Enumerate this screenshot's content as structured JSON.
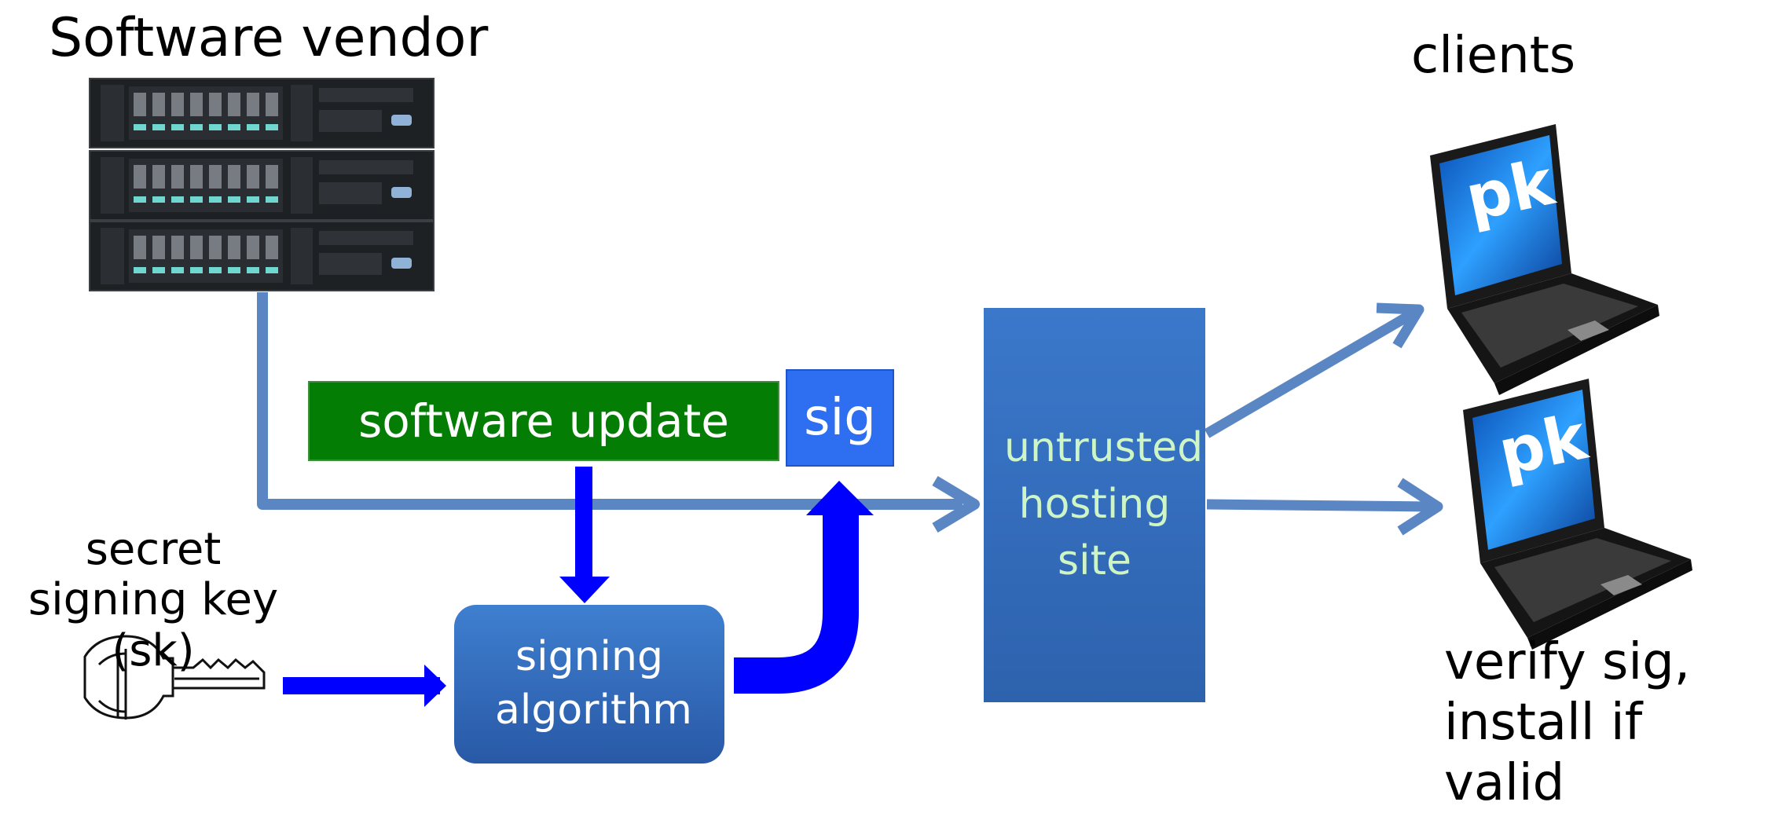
{
  "diagram": {
    "vendor_title": "Software vendor",
    "clients_title": "clients",
    "update_label": "software update",
    "sig_label": "sig",
    "key_label": "secret signing key  (sk)",
    "algorithm_label": "signing algorithm",
    "host_label": "untrusted hosting site",
    "client_screen_label": "pk",
    "verify_label": "verify sig, install if valid"
  },
  "colors": {
    "arrow_light": "#5a86c4",
    "arrow_blue": "#0000ff",
    "update_green": "#037d03",
    "sig_blue": "#2e6ef0",
    "box_blue": "#3a74c6",
    "host_text": "#cdf5c5"
  },
  "icons": [
    "server-rack-icon",
    "key-icon",
    "laptop-icon"
  ]
}
